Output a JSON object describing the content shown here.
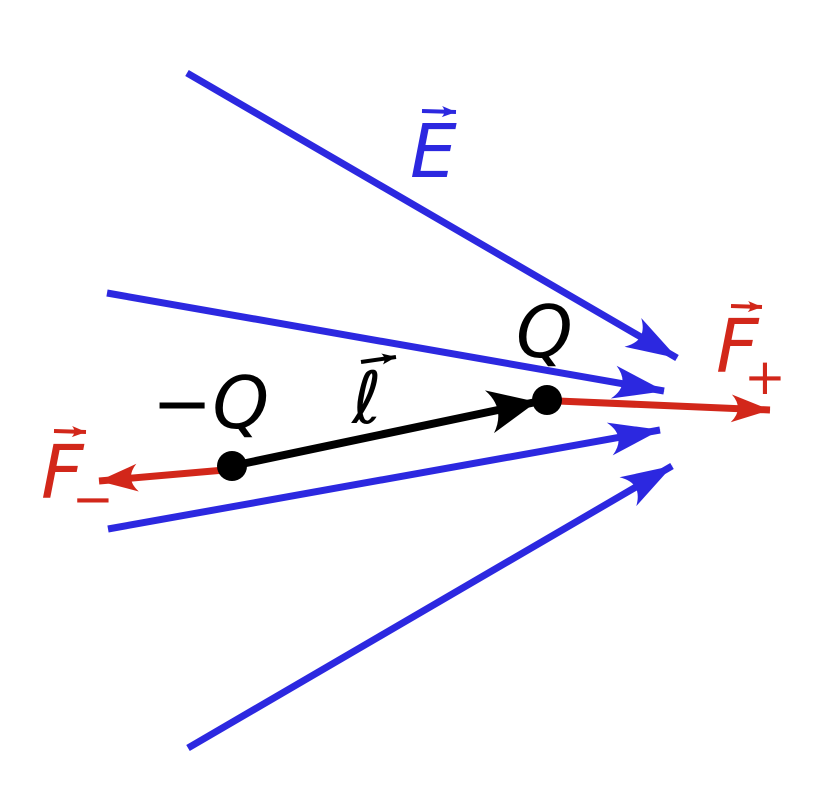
{
  "figure": {
    "colors": {
      "field": "#2c28e0",
      "force": "#d2271a",
      "dipole": "#000000",
      "background": "#ffffff"
    },
    "labels": {
      "field_vector": "E",
      "positive_charge": "Q",
      "negative_charge": "−Q",
      "separation_vector": "ℓ",
      "force_positive_main": "F",
      "force_positive_sub": "+",
      "force_negative_main": "F",
      "force_negative_sub": "−"
    }
  }
}
